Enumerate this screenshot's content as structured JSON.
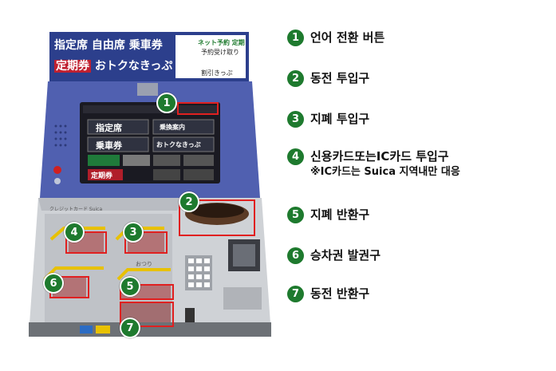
{
  "sign": {
    "line1": [
      "指定席",
      "自由席",
      "乗車券"
    ],
    "line2": [
      "定期券",
      "おトクなきっぷ"
    ],
    "side_top": "ネット予約 定期",
    "side_sub": "予約受け取り",
    "side_bottom": "割引きっぷ"
  },
  "screen": {
    "buttons": [
      "指定席",
      "乗換案内",
      "乗車券",
      "おトクなきっぷ",
      "定期券"
    ]
  },
  "panel_labels": {
    "ic_slot": "クレジットカード Suica",
    "coin_return": "おつり"
  },
  "legend": [
    {
      "num": "1",
      "text": "언어 전환 버튼"
    },
    {
      "num": "2",
      "text": "동전 투입구"
    },
    {
      "num": "3",
      "text": "지폐 투입구"
    },
    {
      "num": "4",
      "text": "신용카드또는IC카드 투입구",
      "note": "※IC카드는 Suica 지역내만 대응"
    },
    {
      "num": "5",
      "text": "지폐 반환구"
    },
    {
      "num": "6",
      "text": "승차권 발권구"
    },
    {
      "num": "7",
      "text": "동전 반환구"
    }
  ],
  "colors": {
    "badge": "#1e7a2e",
    "highlight": "#e02020",
    "body_blue": "#4a5aa8"
  }
}
